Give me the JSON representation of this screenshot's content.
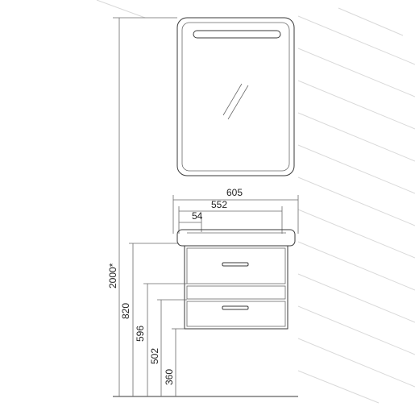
{
  "dimensions": {
    "total_height": "2000*",
    "width_overall": "605",
    "width_inner": "552",
    "offset": "54",
    "height_top": "820",
    "height_drawer_top": "596",
    "height_drawer_bottom": "502",
    "height_bottom": "360"
  },
  "colors": {
    "line": "#3a3a3a",
    "wall_hatch": "#d9d9d9",
    "led_strip": "#ffffff"
  },
  "icons": {
    "reflection": "mirror-reflection-icon",
    "handle": "drawer-handle-icon"
  }
}
